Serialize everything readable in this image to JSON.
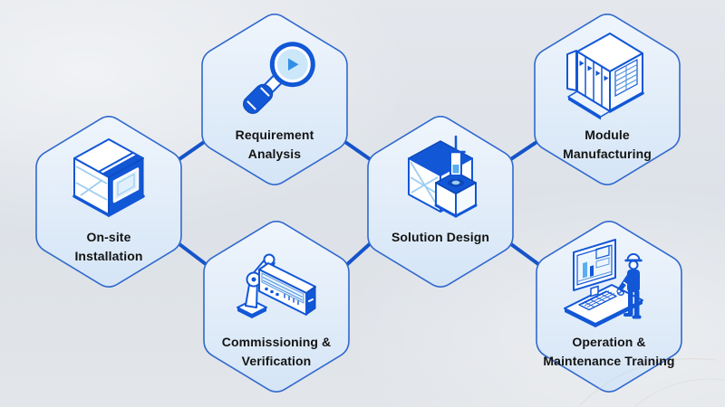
{
  "diagram": {
    "name": "service-process-hexagon-flow",
    "colors": {
      "background": "#dfe3e8",
      "hex_fill_top": "#eff5fc",
      "hex_fill_bottom": "#d5e5f6",
      "hex_border": "#3069cd",
      "connector": "#1553c9",
      "icon_blue": "#1257d6",
      "icon_light_blue": "#9ecdf1",
      "icon_pale_blue": "#e8f4fd",
      "label_text": "#141414"
    }
  },
  "hexagons": [
    {
      "id": "requirement-analysis",
      "label": "Requirement Analysis",
      "label_lines": [
        "Requirement",
        "Analysis"
      ],
      "icon": "magnifier-play-icon"
    },
    {
      "id": "module-manufacturing",
      "label": "Module Manufacturing",
      "label_lines": [
        "Module",
        "Manufacturing"
      ],
      "icon": "modular-cabinet-icon"
    },
    {
      "id": "onsite-installation",
      "label": "On-site Installation",
      "label_lines": [
        "On-site",
        "Installation"
      ],
      "icon": "enclosure-cube-icon"
    },
    {
      "id": "solution-design",
      "label": "Solution Design",
      "label_lines": [
        "Solution Design"
      ],
      "icon": "dispensing-machine-icon"
    },
    {
      "id": "commissioning-verification",
      "label": "Commissioning & Verification",
      "label_lines": [
        "Commissioning &",
        "Verification"
      ],
      "icon": "robot-arm-panel-icon"
    },
    {
      "id": "operation-maintenance-training",
      "label": "Operation & Maintenance Training",
      "label_lines": [
        "Operation &",
        "Maintenance Training"
      ],
      "icon": "operator-workstation-icon"
    }
  ]
}
